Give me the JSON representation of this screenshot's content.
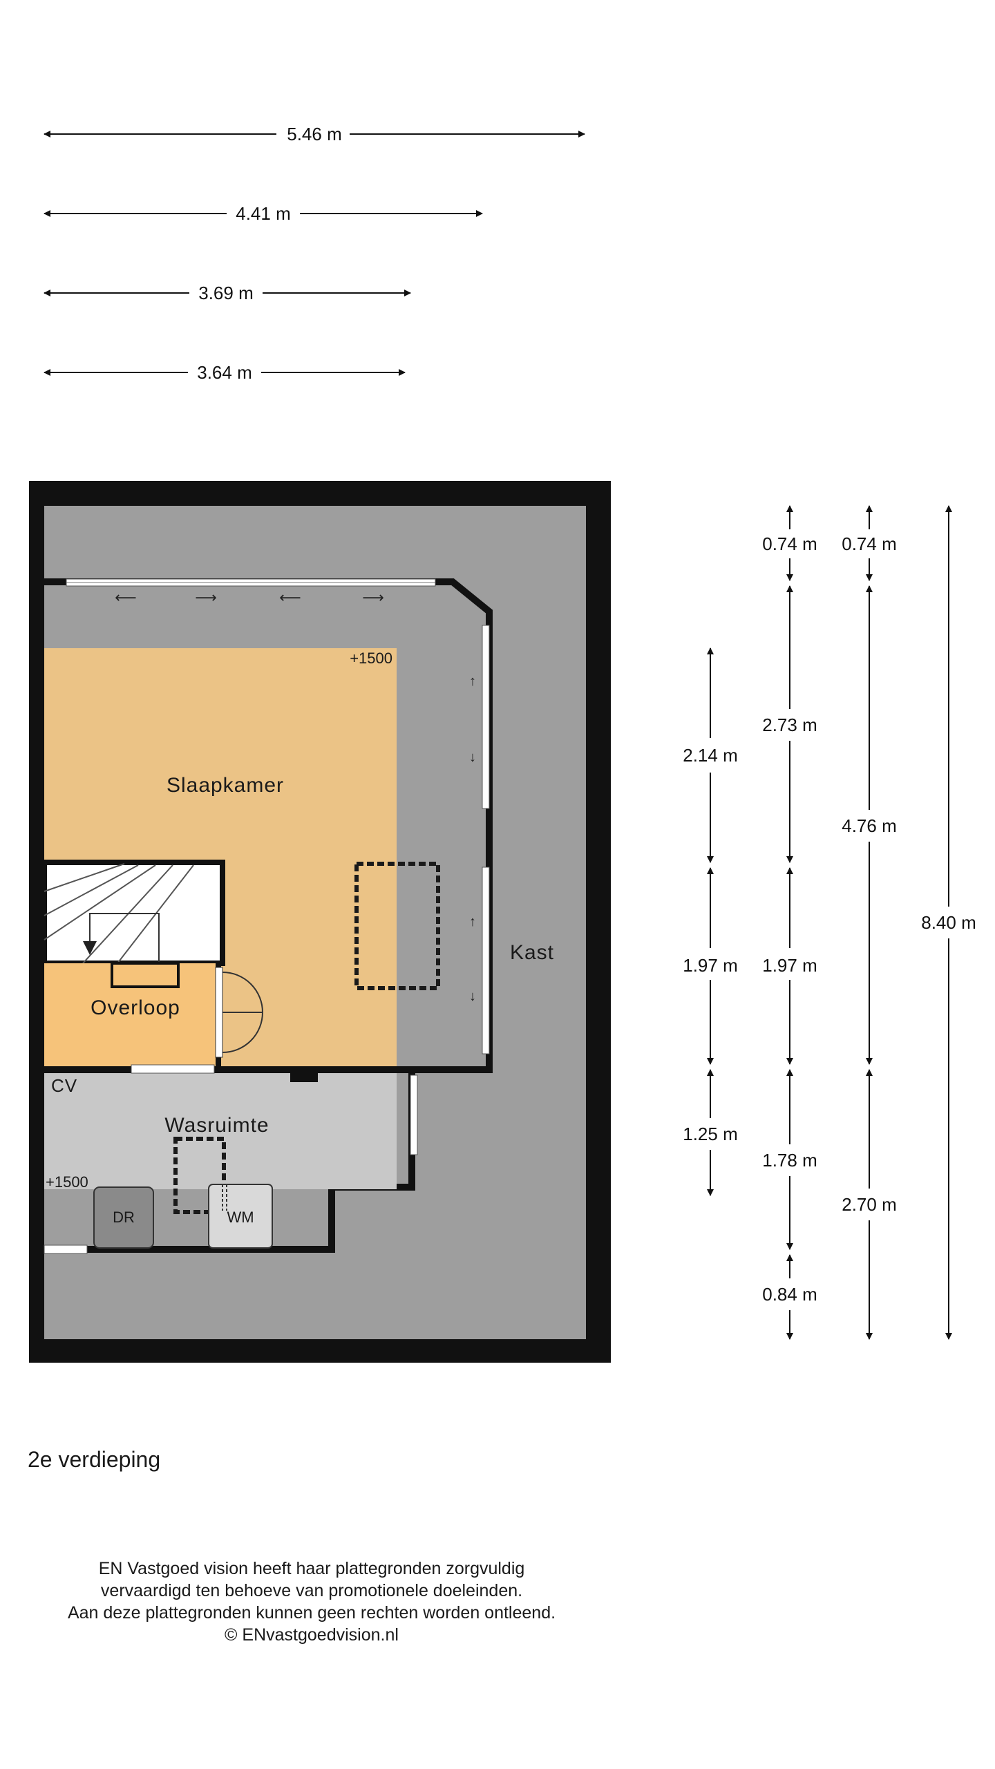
{
  "horizontal_dimensions": [
    "5.46 m",
    "4.41 m",
    "3.69 m",
    "3.64 m"
  ],
  "vertical_dimensions": {
    "col_a": [
      "2.14 m",
      "1.97 m",
      "1.25 m"
    ],
    "col_b": [
      "0.74 m",
      "2.73 m",
      "1.97 m",
      "1.78 m",
      "0.84 m"
    ],
    "col_c": [
      "0.74 m",
      "4.76 m",
      "2.70 m"
    ],
    "col_d": [
      "8.40 m"
    ]
  },
  "rooms": {
    "slaapkamer": "Slaapkamer",
    "overloop": "Overloop",
    "wasruimte": "Wasruimte",
    "kast": "Kast",
    "cv": "CV"
  },
  "levels": {
    "slaapkamer": "+1500",
    "wasruimte": "+1500"
  },
  "appliances": {
    "dryer": "DR",
    "washer": "WM"
  },
  "floor_title": "2e verdieping",
  "disclaimer": [
    "EN Vastgoed vision heeft haar plattegronden zorgvuldig",
    "vervaardigd ten behoeve van promotionele doeleinden.",
    "Aan deze plattegronden kunnen geen rechten worden ontleend.",
    "© ENvastgoedvision.nl"
  ],
  "colors": {
    "wall": "#111111",
    "roof_area": "#9e9e9e",
    "bedroom_floor": "#ebc386",
    "landing_floor": "#f6c37a",
    "laundry_floor": "#c8c8c8",
    "stair_bg": "#ffffff"
  }
}
